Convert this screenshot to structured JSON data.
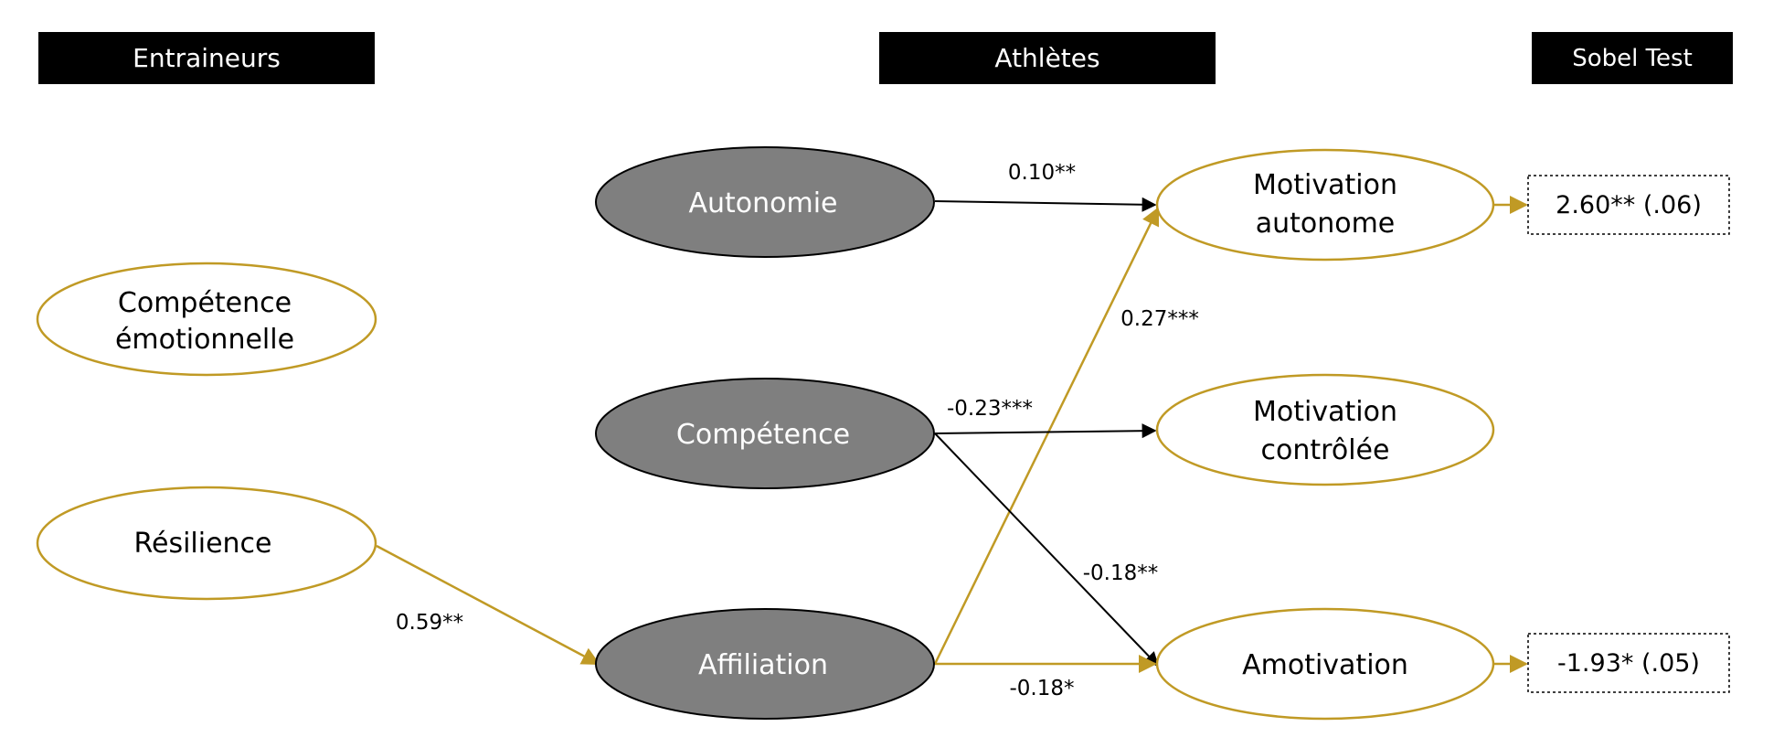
{
  "headers": {
    "coaches": "Entraineurs",
    "athletes": "Athlètes",
    "sobel": "Sobel Test"
  },
  "nodes": {
    "competence_emotionnelle": [
      "Compétence",
      "émotionnelle"
    ],
    "resilience": "Résilience",
    "autonomie": "Autonomie",
    "competence": "Compétence",
    "affiliation": "Affiliation",
    "motivation_autonome": [
      "Motivation",
      "autonome"
    ],
    "motivation_controlee": [
      "Motivation",
      "contrôlée"
    ],
    "amotivation": "Amotivation"
  },
  "paths": {
    "resilience_affiliation": "0.59**",
    "autonomie_motivation_autonome": "0.10**",
    "affiliation_motivation_autonome": "0.27***",
    "competence_motivation_controlee": "-0.23***",
    "competence_amotivation": "-0.18**",
    "affiliation_amotivation": "-0.18*"
  },
  "sobel": {
    "motivation_autonome": "2.60** (.06)",
    "amotivation": "-1.93* (.05)"
  },
  "colors": {
    "gold": "#C09A25",
    "dark_node": "#7F7F7F",
    "header_bg": "#000000",
    "black_path": "#000000"
  }
}
